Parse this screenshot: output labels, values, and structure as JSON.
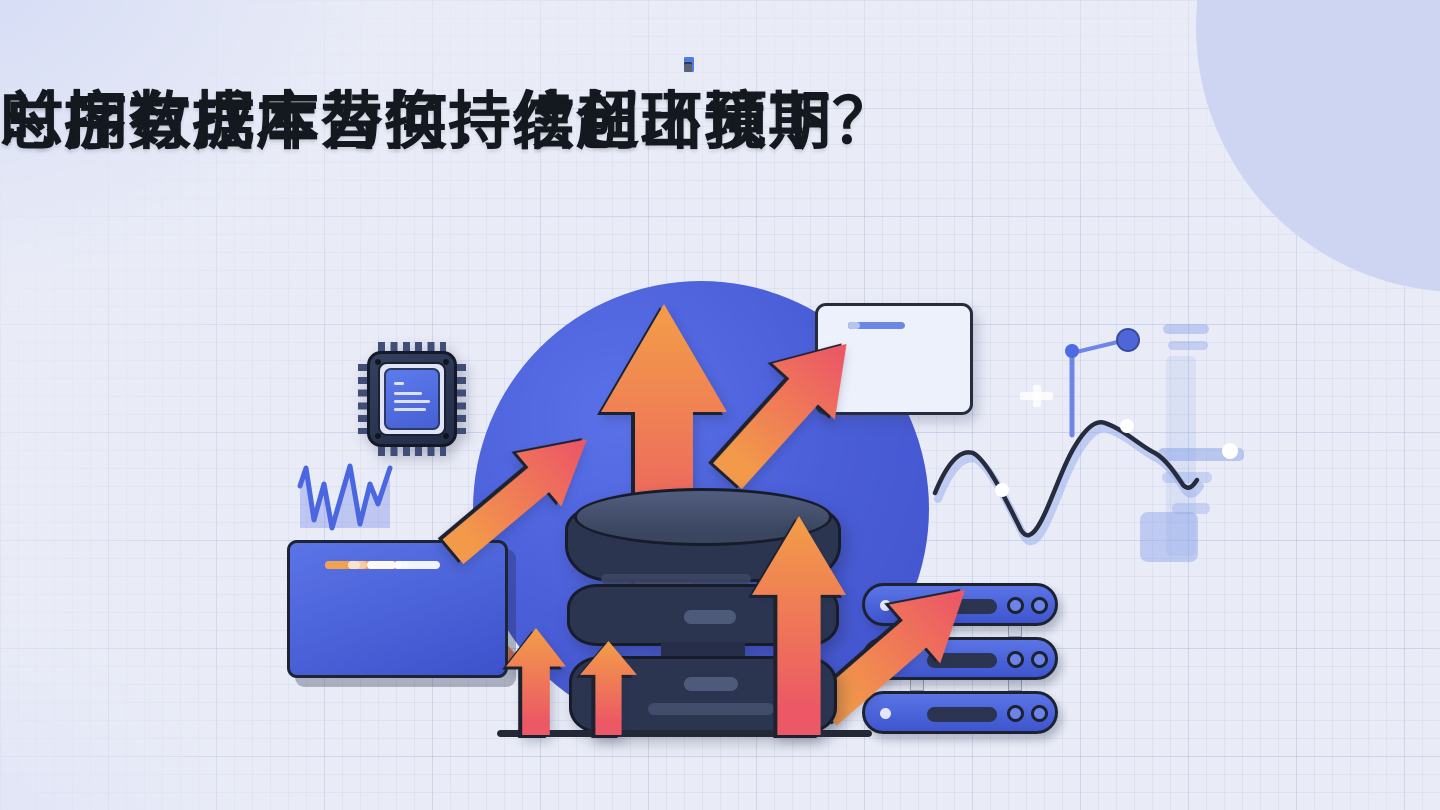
{
  "header": {
    "title_line1": "时序数据库替换：信创环境下",
    "title_line2": "总拥有成本为何持续超出预期？",
    "logo": {
      "name": "mini-bar-chart-logo",
      "bars": [
        {
          "w": 9,
          "h": 8,
          "c": "#3c4e6e"
        },
        {
          "w": 9,
          "h": 15,
          "c": "#a3c0ef"
        },
        {
          "w": 10,
          "h": 15,
          "c": "#4f7ce0"
        },
        {
          "w": 8,
          "h": 10,
          "c": "#2e3a56"
        },
        {
          "w": 8,
          "h": 8,
          "c": "#5a6278"
        }
      ]
    }
  },
  "palette": {
    "background": "#e9ecf7",
    "corner_blob": "#cdd5f2",
    "title_color": "#14181f",
    "circle_blue": "#4a5ed8",
    "arrow_orange": "#f2994a",
    "arrow_red": "#ec5865",
    "outline_dark": "#1c2230",
    "database_navy": "#2c3550",
    "panel_blue": "#4b63dd",
    "code_orange": "#f0a24e",
    "light_card": "#edf1fb",
    "decor_blue": "#8aa2e8"
  },
  "illustration": {
    "icons": [
      "cpu-chip-icon",
      "database-icon",
      "server-rack-icon",
      "waveform-icon",
      "line-chart-icon",
      "growth-arrow-icon",
      "code-window-icon",
      "code-card-icon",
      "pin-marker-icon"
    ],
    "pill_colors": {
      "w": "rgba(255,255,255,0.92)",
      "f": "rgba(255,255,255,0.45)",
      "o": "#f0a24e",
      "b": "#6b87e6",
      "l": "#b6c4f2",
      "r": "#e2808f",
      "d": "#4c66d8"
    },
    "code_window_blue": {
      "lines": [
        {
          "indent": 38,
          "segs": [
            [
              "w",
              30
            ],
            [
              "f",
              9
            ],
            [
              "o",
              36
            ],
            [
              "f",
              10
            ]
          ]
        },
        {
          "indent": 37,
          "segs": [
            [
              "w",
              24
            ],
            [
              "o",
              13
            ],
            [
              "o",
              28
            ],
            [
              "f",
              16
            ],
            [
              "w",
              5
            ]
          ]
        },
        {
          "indent": 37,
          "segs": [
            [
              "w",
              21
            ],
            [
              "f",
              82
            ],
            [
              "f",
              18
            ]
          ]
        },
        {
          "indent": 35,
          "segs": [
            [
              "w",
              21
            ],
            [
              "o",
              46
            ]
          ]
        },
        {
          "indent": 58,
          "segs": [
            [
              "w",
              16
            ],
            [
              "w",
              15
            ],
            [
              "o",
              29
            ],
            [
              "f",
              19
            ],
            [
              "f",
              12
            ]
          ]
        },
        {
          "indent": 77,
          "segs": [
            [
              "w",
              17
            ],
            [
              "o",
              31
            ],
            [
              "w",
              29
            ],
            [
              "f",
              10
            ]
          ]
        },
        {
          "indent": 105,
          "segs": [
            [
              "w",
              6
            ],
            [
              "w",
              6
            ],
            [
              "w",
              45
            ],
            [
              "f",
              6
            ],
            [
              "f",
              6
            ]
          ]
        }
      ]
    },
    "code_card_light": {
      "lines": [
        {
          "indent": 30,
          "segs": [
            [
              "b",
              28
            ],
            [
              "l",
              18
            ],
            [
              "r",
              9
            ]
          ]
        },
        {
          "indent": 30,
          "segs": [
            [
              "b",
              29
            ],
            [
              "l",
              12
            ]
          ]
        },
        {
          "indent": 30,
          "segs": [
            [
              "b",
              22
            ],
            [
              "b",
              24
            ],
            [
              "l",
              22
            ]
          ]
        },
        {
          "indent": 30,
          "segs": [
            [
              "b",
              20
            ],
            [
              "d",
              10
            ],
            [
              "b",
              27
            ],
            [
              "l",
              9
            ],
            [
              "l",
              10
            ]
          ]
        },
        {
          "indent": 30,
          "segs": [
            [
              "b",
              57
            ]
          ]
        },
        {
          "indent": 30,
          "segs": [
            [
              "b",
              19
            ],
            [
              "b",
              20
            ],
            [
              "l",
              12
            ]
          ]
        }
      ]
    },
    "server_rack": {
      "unit_count": 3
    },
    "arrow_count": 7
  }
}
